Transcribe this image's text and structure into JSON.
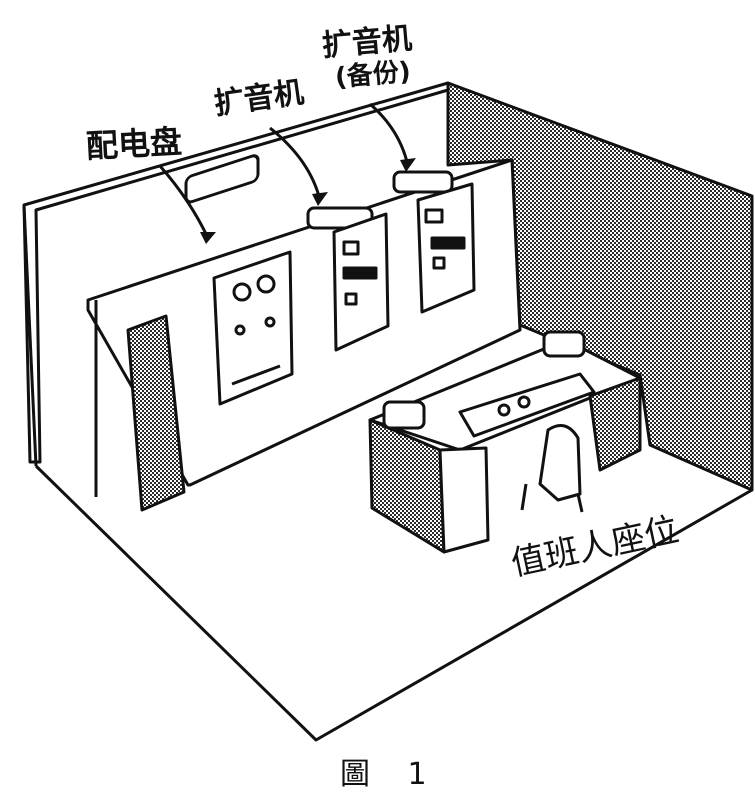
{
  "figure": {
    "caption": "圖 1",
    "labels": {
      "distribution_panel": "配电盘",
      "amplifier": "扩音机",
      "amplifier_backup_name": "扩音机",
      "backup_note": "(备份)",
      "operator_seat": "值班人座位"
    },
    "colors": {
      "ink": "#111111",
      "paper": "#ffffff",
      "hatch": "#2a2a2a"
    }
  }
}
